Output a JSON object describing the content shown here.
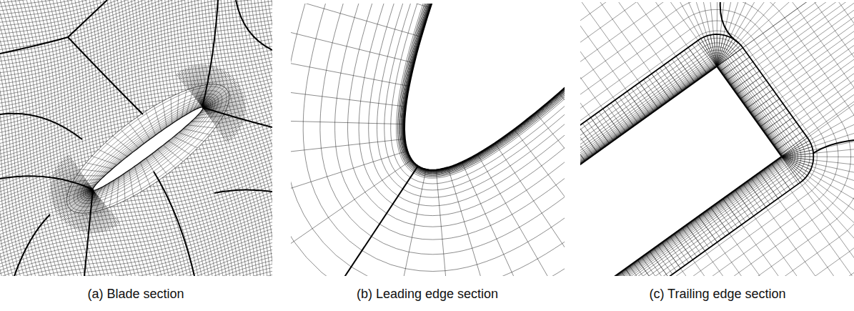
{
  "diagram": {
    "labels": [
      "(a) Blade section",
      "(b) Leading edge section",
      "(c) Trailing edge section"
    ]
  }
}
